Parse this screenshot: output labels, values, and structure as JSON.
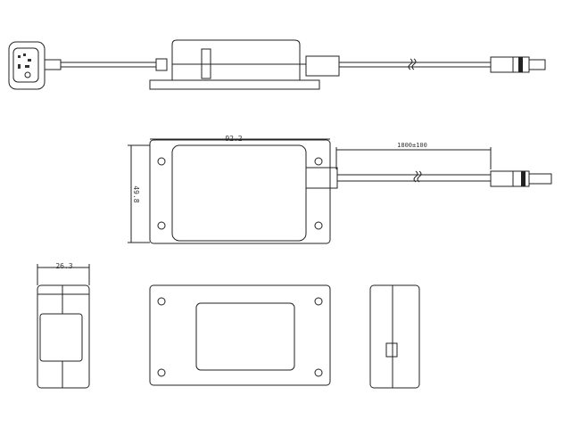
{
  "dimensions": {
    "length": "92.2",
    "width": "49.8",
    "height": "26.3",
    "cable_length": "1800±100"
  },
  "colors": {
    "line": "#222222",
    "background": "#ffffff"
  }
}
